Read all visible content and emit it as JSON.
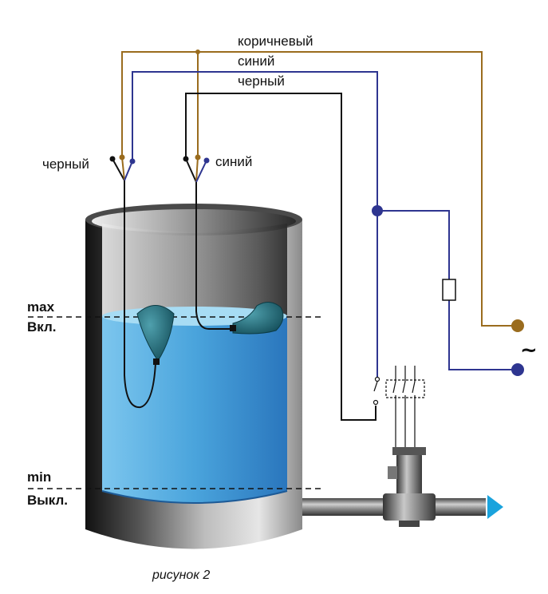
{
  "wire_labels": {
    "brown": "коричневый",
    "blue": "синий",
    "black": "черный"
  },
  "switch_labels": {
    "left": "черный",
    "right": "синий"
  },
  "levels": {
    "max": "max",
    "on": "Вкл.",
    "min": "min",
    "off": "Выкл."
  },
  "supply_symbol": "~",
  "caption": "рисунок 2",
  "colors": {
    "brown_wire": "#9a6c1e",
    "blue_wire": "#2e3590",
    "black_wire": "#111111",
    "water": "#3e99d6",
    "float": "#1d6e7e",
    "flow_arrow": "#1aa3dd"
  }
}
